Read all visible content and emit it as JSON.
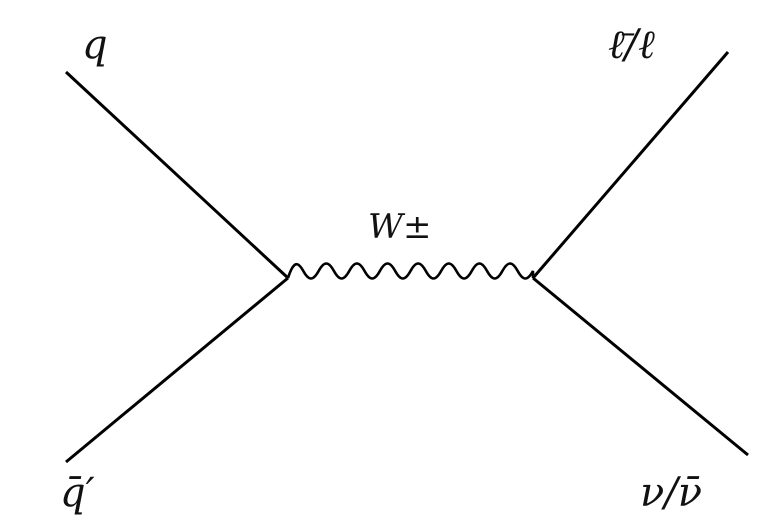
{
  "diagram": {
    "type": "feynman",
    "particles": {
      "incoming_top": "q",
      "incoming_bottom": "q̄′",
      "outgoing_top": "ℓ̄/ℓ",
      "outgoing_bottom": "ν/ν̄",
      "propagator": "W±"
    },
    "propagator_style": "wavy"
  }
}
